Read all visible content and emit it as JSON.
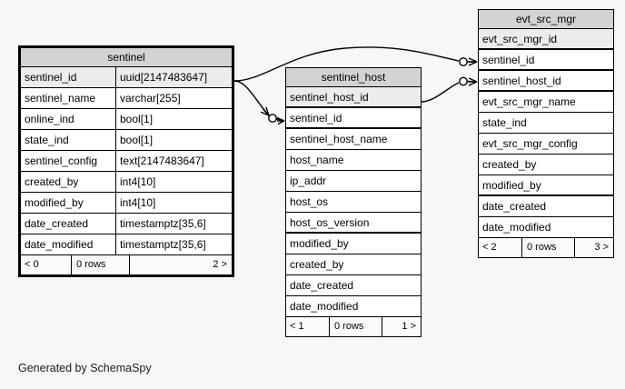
{
  "diagram": {
    "caption": "Generated by SchemaSpy",
    "background": "#f7f7f7",
    "header_fill": "#d3d3d3",
    "key_fill": "#ececec",
    "line_color": "#000000"
  },
  "tables": [
    {
      "id": "sentinel",
      "name": "sentinel",
      "emphasized": true,
      "show_types": true,
      "columns": [
        {
          "name": "sentinel_id",
          "type": "uuid[2147483647]",
          "key": true,
          "separator": false
        },
        {
          "name": "sentinel_name",
          "type": "varchar[255]",
          "key": false,
          "separator": false
        },
        {
          "name": "online_ind",
          "type": "bool[1]",
          "key": false,
          "separator": false
        },
        {
          "name": "state_ind",
          "type": "bool[1]",
          "key": false,
          "separator": false
        },
        {
          "name": "sentinel_config",
          "type": "text[2147483647]",
          "key": false,
          "separator": false
        },
        {
          "name": "created_by",
          "type": "int4[10]",
          "key": false,
          "separator": false
        },
        {
          "name": "modified_by",
          "type": "int4[10]",
          "key": false,
          "separator": false
        },
        {
          "name": "date_created",
          "type": "timestamptz[35,6]",
          "key": false,
          "separator": false
        },
        {
          "name": "date_modified",
          "type": "timestamptz[35,6]",
          "key": false,
          "separator": false
        }
      ],
      "footer": {
        "prev": "< 0",
        "rows": "0 rows",
        "next": "2 >"
      }
    },
    {
      "id": "sentinel_host",
      "name": "sentinel_host",
      "emphasized": false,
      "show_types": false,
      "columns": [
        {
          "name": "sentinel_host_id",
          "type": "",
          "key": true,
          "separator": true
        },
        {
          "name": "sentinel_id",
          "type": "",
          "key": false,
          "separator": true
        },
        {
          "name": "sentinel_host_name",
          "type": "",
          "key": false,
          "separator": false
        },
        {
          "name": "host_name",
          "type": "",
          "key": false,
          "separator": false
        },
        {
          "name": "ip_addr",
          "type": "",
          "key": false,
          "separator": false
        },
        {
          "name": "host_os",
          "type": "",
          "key": false,
          "separator": false
        },
        {
          "name": "host_os_version",
          "type": "",
          "key": false,
          "separator": true
        },
        {
          "name": "modified_by",
          "type": "",
          "key": false,
          "separator": false
        },
        {
          "name": "created_by",
          "type": "",
          "key": false,
          "separator": false
        },
        {
          "name": "date_created",
          "type": "",
          "key": false,
          "separator": false
        },
        {
          "name": "date_modified",
          "type": "",
          "key": false,
          "separator": false
        }
      ],
      "footer": {
        "prev": "< 1",
        "rows": "0 rows",
        "next": "1 >"
      }
    },
    {
      "id": "evt_src_mgr",
      "name": "evt_src_mgr",
      "emphasized": false,
      "show_types": false,
      "columns": [
        {
          "name": "evt_src_mgr_id",
          "type": "",
          "key": true,
          "separator": true
        },
        {
          "name": "sentinel_id",
          "type": "",
          "key": false,
          "separator": true
        },
        {
          "name": "sentinel_host_id",
          "type": "",
          "key": false,
          "separator": true
        },
        {
          "name": "evt_src_mgr_name",
          "type": "",
          "key": false,
          "separator": false
        },
        {
          "name": "state_ind",
          "type": "",
          "key": false,
          "separator": false
        },
        {
          "name": "evt_src_mgr_config",
          "type": "",
          "key": false,
          "separator": false
        },
        {
          "name": "created_by",
          "type": "",
          "key": false,
          "separator": false
        },
        {
          "name": "modified_by",
          "type": "",
          "key": false,
          "separator": true
        },
        {
          "name": "date_created",
          "type": "",
          "key": false,
          "separator": false
        },
        {
          "name": "date_modified",
          "type": "",
          "key": false,
          "separator": false
        }
      ],
      "footer": {
        "prev": "< 2",
        "rows": "0 rows",
        "next": "3 >"
      }
    }
  ],
  "relationships": [
    {
      "id": "rel-sentinel-to-sentinel-host",
      "from_table": "sentinel",
      "from_column": "sentinel_id",
      "to_table": "sentinel_host",
      "to_column": "sentinel_id"
    },
    {
      "id": "rel-sentinel-to-evt-src-mgr",
      "from_table": "sentinel",
      "from_column": "sentinel_id",
      "to_table": "evt_src_mgr",
      "to_column": "sentinel_id"
    },
    {
      "id": "rel-sentinel-host-to-evt-src-mgr",
      "from_table": "sentinel_host",
      "from_column": "sentinel_host_id",
      "to_table": "evt_src_mgr",
      "to_column": "sentinel_host_id"
    }
  ]
}
